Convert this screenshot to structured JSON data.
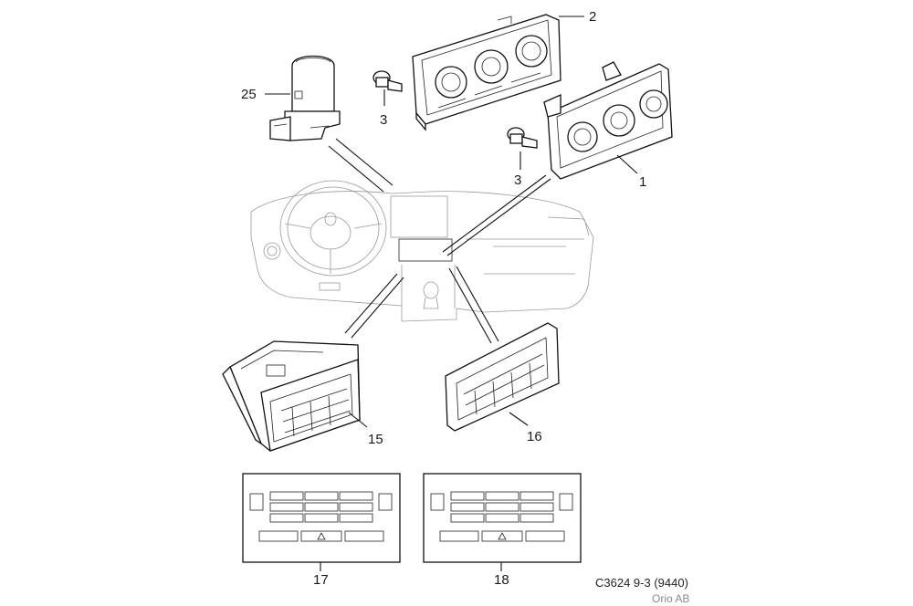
{
  "callouts": {
    "c1": "1",
    "c2": "2",
    "c3a": "3",
    "c3b": "3",
    "c15": "15",
    "c16": "16",
    "c17": "17",
    "c18": "18",
    "c25": "25"
  },
  "footer": {
    "ref": "C3624 9-3 (9440)",
    "org": "Orio AB"
  },
  "icons": {
    "hazard": "warning-triangle-icon"
  }
}
